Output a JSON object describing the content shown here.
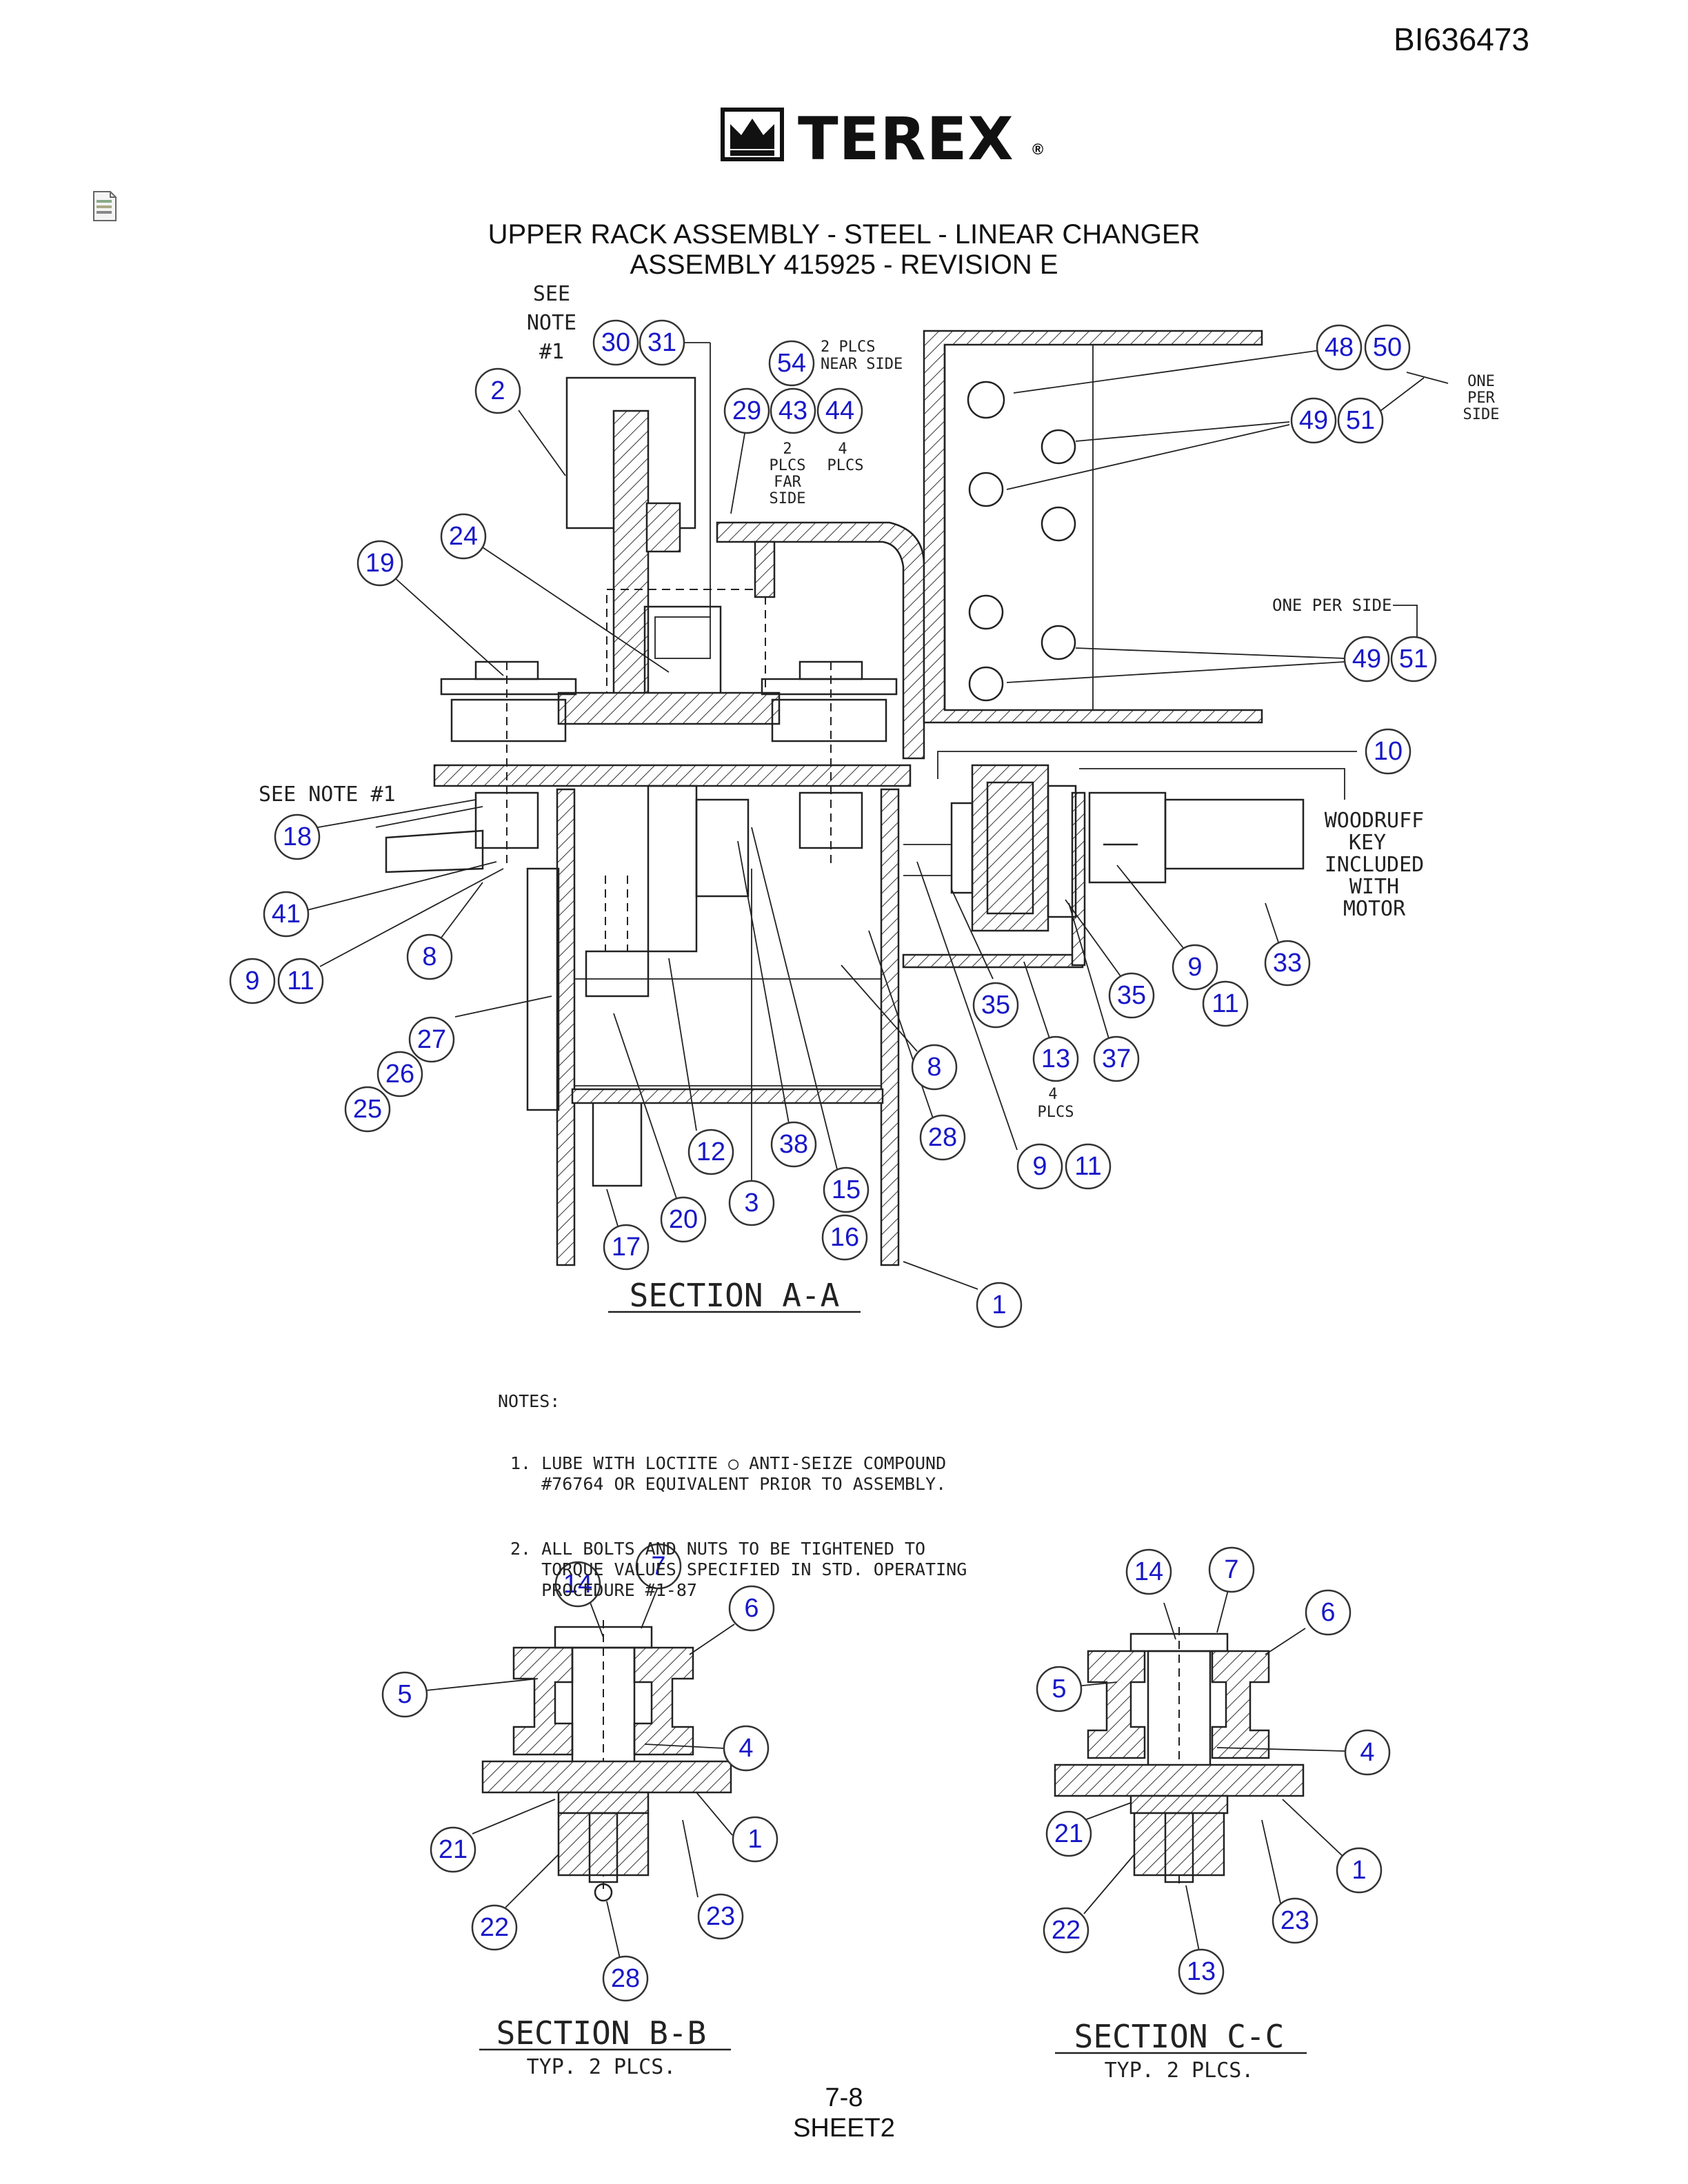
{
  "document_id": "BI636473",
  "brand": {
    "name": "TEREX",
    "reg_mark": "®"
  },
  "title": {
    "line1": "UPPER RACK ASSEMBLY - STEEL - LINEAR CHANGER",
    "line2": "ASSEMBLY 415925 - REVISION E"
  },
  "labels": {
    "see_note_1_top": [
      "SEE",
      "NOTE",
      "#1"
    ],
    "see_note_1_side": "SEE NOTE #1",
    "two_plcs_near_side": [
      "2 PLCS",
      "NEAR SIDE"
    ],
    "two_plcs_far_side": [
      "2",
      "PLCS",
      "FAR",
      "SIDE"
    ],
    "four_plcs": [
      "4",
      "PLCS"
    ],
    "one_per_side_top": [
      "ONE",
      "PER",
      "SIDE"
    ],
    "one_per_side": "ONE PER SIDE",
    "woodruff": [
      "WOODRUFF",
      "KEY",
      "INCLUDED",
      "WITH",
      "MOTOR"
    ],
    "four_plcs_13": [
      "4",
      "PLCS"
    ]
  },
  "sections": {
    "a": {
      "title": "SECTION A-A"
    },
    "b": {
      "title": "SECTION B-B",
      "subtitle": "TYP. 2 PLCS."
    },
    "c": {
      "title": "SECTION C-C",
      "subtitle": "TYP. 2 PLCS."
    }
  },
  "notes": {
    "heading": "NOTES:",
    "items": [
      "1. LUBE WITH LOCTITE ○ ANTI-SEIZE COMPOUND\n   #76764 OR EQUIVALENT PRIOR TO ASSEMBLY.",
      "2. ALL BOLTS AND NUTS TO BE TIGHTENED TO\n   TORQUE VALUES SPECIFIED IN STD. OPERATING\n   PROCEDURE #1-87"
    ]
  },
  "callouts": {
    "a": [
      "30",
      "31",
      "2",
      "54",
      "29",
      "43",
      "44",
      "48",
      "50",
      "49",
      "51",
      "24",
      "19",
      "49",
      "51",
      "10",
      "18",
      "41",
      "8",
      "9",
      "11",
      "33",
      "9",
      "11",
      "35",
      "35",
      "27",
      "26",
      "25",
      "13",
      "37",
      "8",
      "28",
      "12",
      "38",
      "9",
      "11",
      "15",
      "3",
      "20",
      "17",
      "16",
      "1"
    ],
    "b": [
      "14",
      "7",
      "6",
      "5",
      "4",
      "1",
      "21",
      "23",
      "22",
      "28"
    ],
    "c": [
      "14",
      "7",
      "6",
      "5",
      "4",
      "1",
      "21",
      "23",
      "22",
      "13"
    ]
  },
  "footer": {
    "page": "7-8",
    "sheet": "SHEET2"
  }
}
